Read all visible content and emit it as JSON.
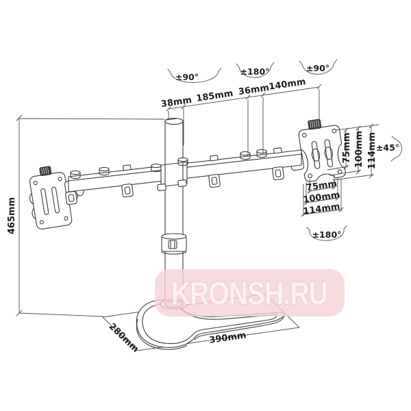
{
  "watermark": {
    "text": "KRONSH.RU",
    "bg_color": "#f5d2d6",
    "text_color": "#fef7f7",
    "outline_color": "#e9b4b9"
  },
  "style": {
    "line_color": "#3a3a3a",
    "dim_line_color": "#4c4c4c",
    "text_color": "#1c1c1c",
    "background": "#ffffff"
  },
  "dimensions": {
    "pole_height": {
      "label": "465mm"
    },
    "top": [
      {
        "label": "38mm"
      },
      {
        "label": "185mm"
      },
      {
        "label": "36mm"
      },
      {
        "label": "140mm"
      }
    ],
    "vesa_vertical": [
      {
        "label": "75mm"
      },
      {
        "label": "100mm"
      },
      {
        "label": "114mm"
      }
    ],
    "vesa_horizontal": [
      {
        "label": "75mm"
      },
      {
        "label": "100mm"
      },
      {
        "label": "114mm"
      }
    ],
    "base_depth": {
      "label": "280mm"
    },
    "base_width": {
      "label": "390mm"
    }
  },
  "rotation_labels": {
    "pole_top": {
      "label": "±90°"
    },
    "arm_center": {
      "label": "±180°"
    },
    "vesa_top": {
      "label": "±90°"
    },
    "vesa_tilt": {
      "label": "±45°"
    },
    "vesa_spin": {
      "label": "±180°"
    }
  }
}
